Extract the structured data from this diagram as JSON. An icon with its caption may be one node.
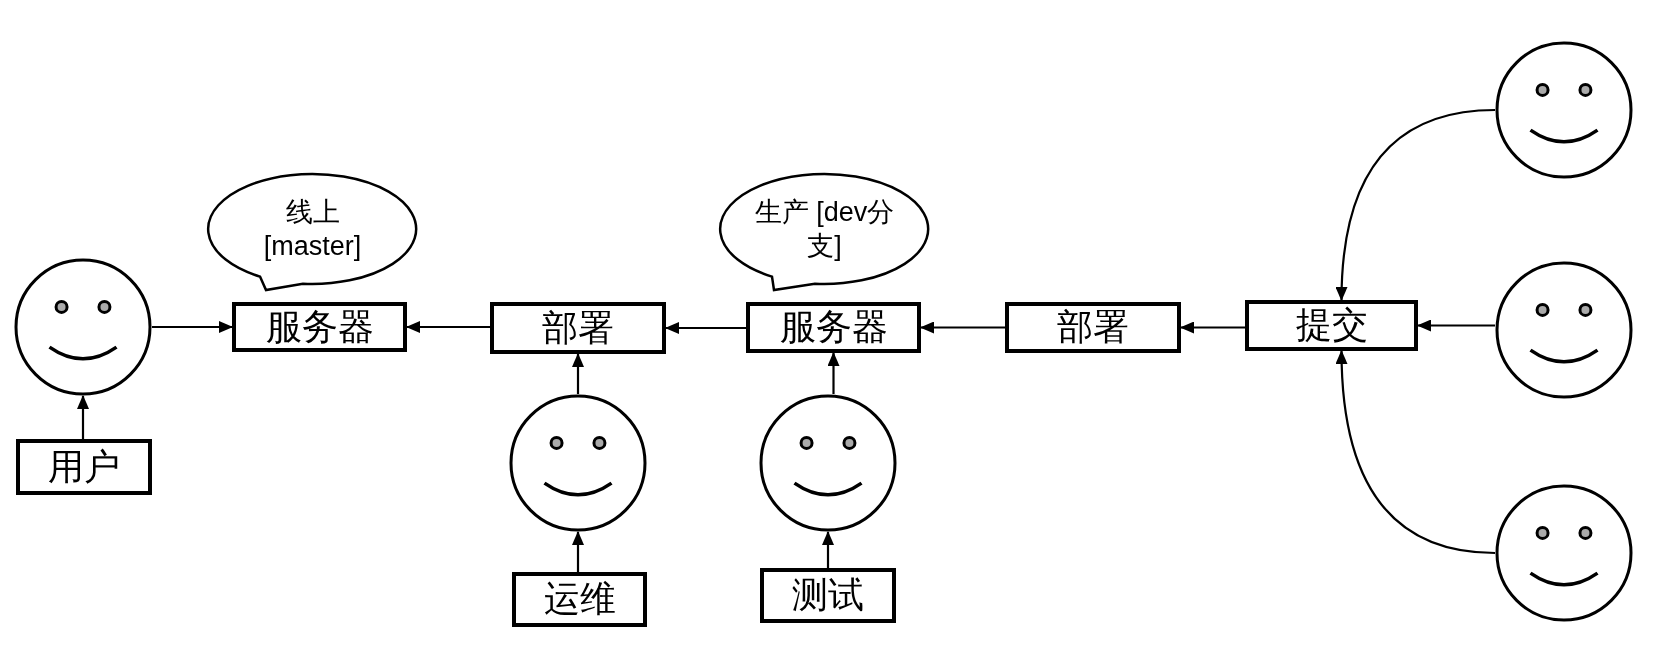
{
  "diagram": {
    "nodes": [
      {
        "text": [
          "线上 [master]"
        ]
      },
      {
        "text": [
          "生产 [dev分支]"
        ]
      },
      {
        "text": [],
        "shape": "circle"
      },
      {
        "text": [],
        "shape": "circle"
      },
      {
        "text": [
          "服务器"
        ]
      },
      {
        "text": [
          "部署"
        ]
      },
      {
        "text": [
          "服务器"
        ]
      },
      {
        "text": [
          "部署"
        ]
      },
      {
        "text": [
          "提交"
        ]
      },
      {
        "text": [],
        "shape": "circle"
      },
      {
        "text": [
          "用户"
        ]
      },
      {
        "text": [],
        "shape": "circle"
      },
      {
        "text": [],
        "shape": "circle"
      },
      {
        "text": [],
        "shape": "circle"
      },
      {
        "text": [
          "运维"
        ]
      },
      {
        "text": [
          "测试"
        ]
      }
    ],
    "edges": [
      {
        "from": 3,
        "to": 4,
        "arrow": "to"
      },
      {
        "from": 10,
        "to": 3,
        "arrow": "to"
      },
      {
        "from": 5,
        "to": 4,
        "arrow": "to"
      },
      {
        "from": 6,
        "to": 5,
        "arrow": "to"
      },
      {
        "from": 11,
        "to": 5,
        "arrow": "to"
      },
      {
        "from": 14,
        "to": 11,
        "arrow": "to"
      },
      {
        "from": 7,
        "to": 6,
        "arrow": "to"
      },
      {
        "from": 12,
        "to": 6,
        "arrow": "to"
      },
      {
        "from": 15,
        "to": 12,
        "arrow": "to"
      },
      {
        "from": 8,
        "to": 7,
        "arrow": "to"
      },
      {
        "from": 2,
        "to": 8,
        "arrow": "to"
      },
      {
        "from": 9,
        "to": 8,
        "arrow": "to"
      },
      {
        "from": 13,
        "to": 8,
        "arrow": "to"
      }
    ]
  }
}
